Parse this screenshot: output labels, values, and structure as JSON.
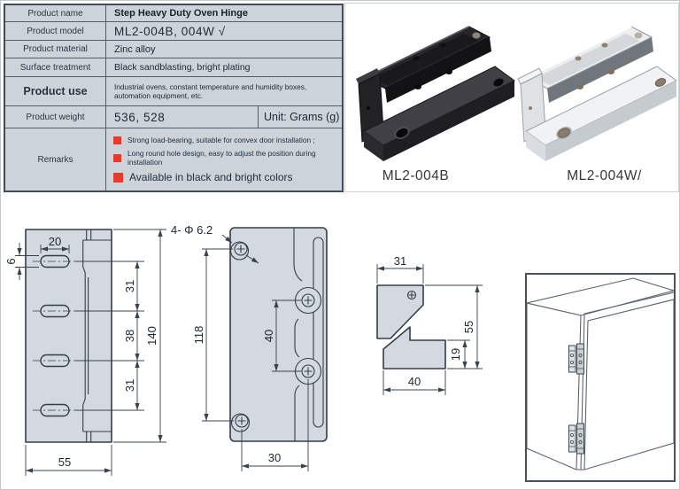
{
  "spec_table": {
    "rows": [
      {
        "label": "Product name",
        "value": "Step Heavy Duty Oven Hinge"
      },
      {
        "label": "Product model",
        "value": "ML2-004B, 004W √"
      },
      {
        "label": "Product material",
        "value": "Zinc alloy"
      },
      {
        "label": "Surface treatment",
        "value": "Black sandblasting, bright plating"
      },
      {
        "label": "Product use",
        "value": "Industrial ovens, constant temperature and humidity boxes, automation equipment, etc."
      },
      {
        "label": "Product weight",
        "value": "536, 528",
        "unit": "Unit: Grams (g)"
      }
    ],
    "remarks": {
      "label": "Remarks",
      "items": [
        "Strong load-bearing, suitable for convex door installation ;",
        "Long round hole design, easy to adjust the position during installation",
        "Available in black and bright colors"
      ]
    }
  },
  "products": [
    {
      "label": "ML2-004B"
    },
    {
      "label": "ML2-004W/"
    }
  ],
  "drawings": {
    "front_view": {
      "dims": {
        "slot_width": "20",
        "slot_height": "6",
        "pitch_top": "31",
        "pitch_mid": "38",
        "pitch_bottom": "31",
        "total_height": "140",
        "total_width": "55"
      }
    },
    "back_view": {
      "dims": {
        "holes": "4- Φ 6.2",
        "hole_span": "118",
        "mid_hole_span": "40",
        "hole_offset": "30"
      }
    },
    "side_view": {
      "dims": {
        "top_width": "31",
        "total_height": "55",
        "step_height": "19",
        "bottom_width": "40"
      }
    }
  },
  "colors": {
    "accent_red": "#e8392e",
    "cell_bg": "#ccd3d9",
    "drawing_fill": "#d3d9de",
    "line": "#333e49"
  }
}
